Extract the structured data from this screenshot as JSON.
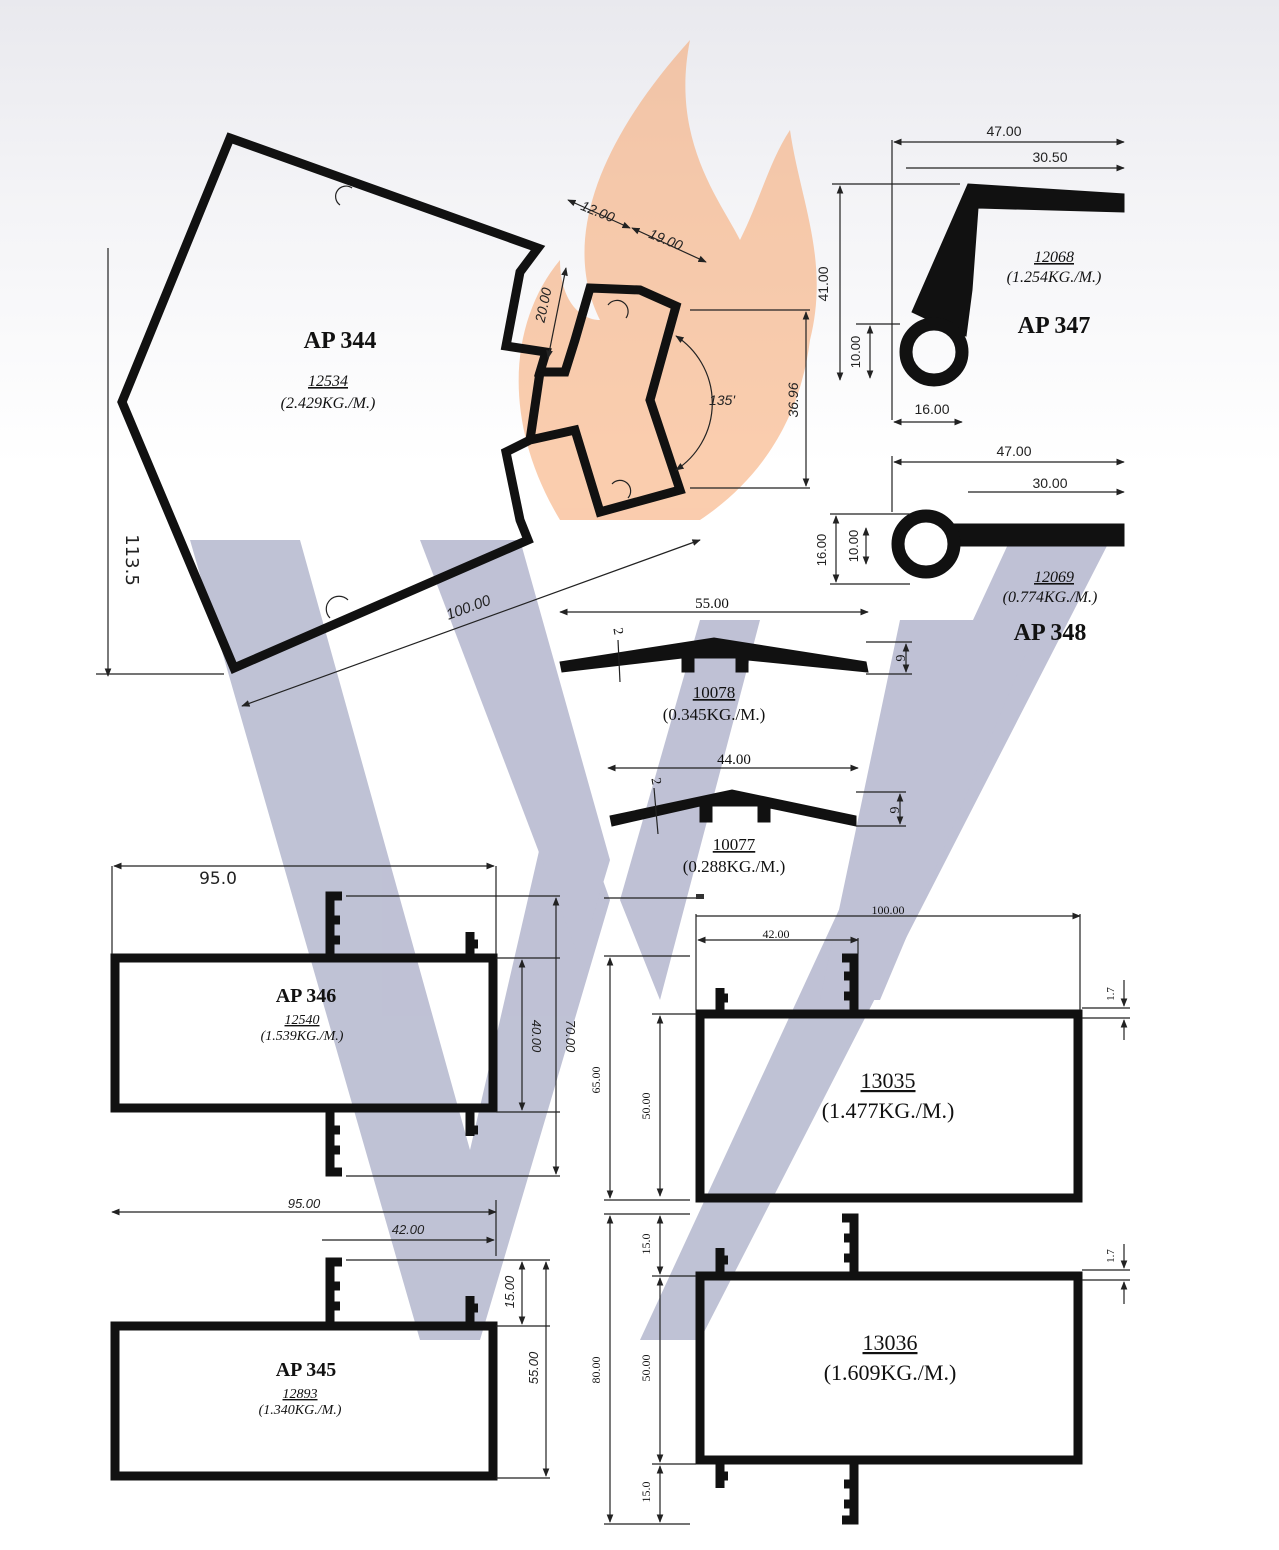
{
  "watermark": {
    "flame_color": "#f6a46c",
    "chevron_color": "#8b8fb3",
    "background_color": "#ffffff"
  },
  "profiles": {
    "ap344": {
      "name": "AP 344",
      "code": "12534",
      "weight": "(2.429KG./M.)",
      "dims": {
        "d12": "12.00",
        "d19": "19.00",
        "d20": "20.00",
        "d3696": "36.96",
        "angle": "135'",
        "d100": "100.00",
        "d1135": "113.5"
      }
    },
    "ap347": {
      "name": "AP 347",
      "code": "12068",
      "weight": "(1.254KG./M.)",
      "dims": {
        "d47": "47.00",
        "d3050": "30.50",
        "d41": "41.00",
        "d10": "10.00",
        "d16": "16.00"
      }
    },
    "ap348": {
      "name": "AP 348",
      "code": "12069",
      "weight": "(0.774KG./M.)",
      "dims": {
        "d47": "47.00",
        "d30": "30.00",
        "d16": "16.00",
        "d10": "10.00"
      }
    },
    "p10078": {
      "code": "10078",
      "weight": "(0.345KG./M.)",
      "dims": {
        "d55": "55.00",
        "d2": "2",
        "d6": "6"
      }
    },
    "p10077": {
      "code": "10077",
      "weight": "(0.288KG./M.)",
      "dims": {
        "d44": "44.00",
        "d2": "2",
        "d6": "6"
      }
    },
    "ap346": {
      "name": "AP 346",
      "code": "12540",
      "weight": "(1.539KG./M.)",
      "dims": {
        "d95": "95.0",
        "d40": "40.00",
        "d70": "70.00"
      }
    },
    "ap345": {
      "name": "AP 345",
      "code": "12893",
      "weight": "(1.340KG./M.)",
      "dims": {
        "d95": "95.00",
        "d42": "42.00",
        "d15": "15.00",
        "d55": "55.00"
      }
    },
    "p13035": {
      "code": "13035",
      "weight": "(1.477KG./M.)",
      "dims": {
        "d100": "100.00",
        "d42": "42.00",
        "d17": "1.7",
        "d65": "65.00",
        "d50": "50.00"
      }
    },
    "p13036": {
      "code": "13036",
      "weight": "(1.609KG./M.)",
      "dims": {
        "d15a": "15.0",
        "d17": "1.7",
        "d80": "80.00",
        "d50": "50.00",
        "d15b": "15.0"
      }
    }
  }
}
